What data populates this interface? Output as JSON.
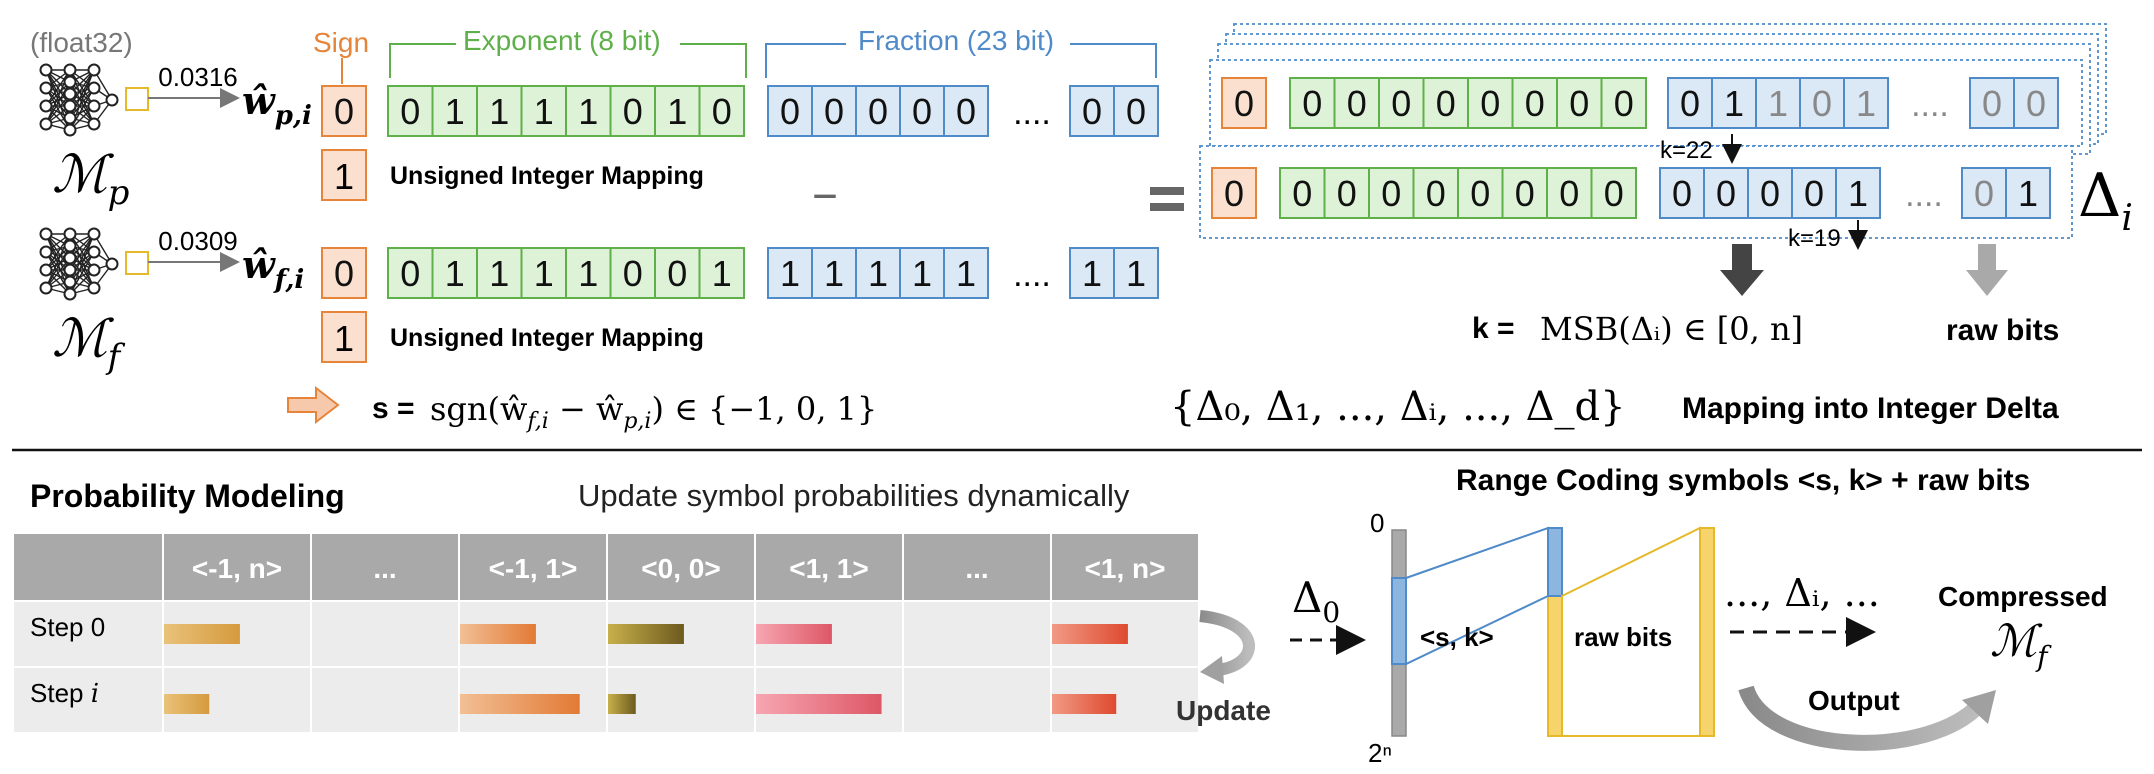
{
  "top": {
    "dtype_label": "(float32)",
    "sign_header": "Sign",
    "exponent_header": "Exponent (8 bit)",
    "fraction_header": "Fraction (23 bit)",
    "models": [
      {
        "name": "ℳ",
        "subscript": "p",
        "value": "0.0316",
        "weight": "ŵ",
        "weight_sub": "p,i",
        "sign_bit": "0",
        "sign_int": "1",
        "exponent_bits": [
          "0",
          "1",
          "1",
          "1",
          "1",
          "0",
          "1",
          "0"
        ],
        "fraction_bits": [
          "0",
          "0",
          "0",
          "0",
          "0"
        ],
        "fraction_tail": [
          "0",
          "0"
        ],
        "mapping_label": "Unsigned Integer Mapping"
      },
      {
        "name": "ℳ",
        "subscript": "f",
        "value": "0.0309",
        "weight": "ŵ",
        "weight_sub": "f,i",
        "sign_bit": "0",
        "sign_int": "1",
        "exponent_bits": [
          "0",
          "1",
          "1",
          "1",
          "1",
          "0",
          "0",
          "1"
        ],
        "fraction_bits": [
          "1",
          "1",
          "1",
          "1",
          "1"
        ],
        "fraction_tail": [
          "1",
          "1"
        ],
        "mapping_label": "Unsigned Integer Mapping"
      }
    ],
    "ellipsis": "....",
    "minus": "–",
    "equals": "=",
    "sign_formula_prefix": "s = ",
    "sign_formula": "sgn(ŵ_{f,i} − ŵ_{p,i}) ∈ {−1, 0, 1}",
    "delta_set": "{Δ₀, Δ₁, ..., Δᵢ, ..., Δ_d}",
    "mapping_delta_label": "Mapping into Integer Delta",
    "delta_back": {
      "sign_bit": "0",
      "exponent_bits": [
        "0",
        "0",
        "0",
        "0",
        "0",
        "0",
        "0",
        "0"
      ],
      "fraction_bits": [
        "0",
        "1",
        "1",
        "0",
        "1"
      ],
      "fraction_tail": [
        "0",
        "0"
      ]
    },
    "delta_front": {
      "sign_bit": "0",
      "exponent_bits": [
        "0",
        "0",
        "0",
        "0",
        "0",
        "0",
        "0",
        "0"
      ],
      "fraction_bits": [
        "0",
        "0",
        "0",
        "0",
        "1"
      ],
      "fraction_tail": [
        "0",
        "1"
      ]
    },
    "delta_symbol": "Δ",
    "delta_sub": "i",
    "k22": "k=22",
    "k19": "k=19",
    "k_formula_prefix": "k = ",
    "k_formula": "MSB(Δᵢ) ∈ [0, n]",
    "raw_bits_label": "raw bits"
  },
  "bottom": {
    "prob_title": "Probability Modeling",
    "prob_subtitle": "Update symbol probabilities dynamically",
    "columns": [
      "<-1, n>",
      "...",
      "<-1, 1>",
      "<0, 0>",
      "<1, 1>",
      "...",
      "<1, n>"
    ],
    "rows": [
      {
        "label": "Step 0",
        "bars": [
          0.52,
          0,
          0.52,
          0.52,
          0.52,
          0,
          0.52
        ]
      },
      {
        "label": "Step i",
        "label_main": "Step ",
        "label_var": "i",
        "bars": [
          0.31,
          0,
          0.82,
          0.19,
          0.86,
          0,
          0.44
        ]
      }
    ],
    "bar_colors": [
      "#d7a24f",
      "#ffffff",
      "#e68a4a",
      "#a58a2c",
      "#e66a7a",
      "#ffffff",
      "#e55a3a"
    ],
    "update_label": "Update",
    "range_title": "Range Coding symbols <s, k> + raw bits",
    "axis_top": "0",
    "axis_bottom": "2ⁿ",
    "delta0": "Δ",
    "delta0_sub": "0",
    "sk_label": "<s, k>",
    "raw_bits_label": "raw bits",
    "sequence_label": "..., Δᵢ, ...",
    "compressed_label": "Compressed",
    "compressed_model": "ℳ",
    "compressed_sub": "f",
    "output_label": "Output"
  },
  "colors": {
    "orange_fill": "#fbe0d0",
    "orange_stroke": "#e6843a",
    "green_fill": "#ddf2d6",
    "green_stroke": "#5fb04a",
    "blue_fill": "#dbe8f6",
    "blue_stroke": "#4f8ac9",
    "gray_header": "#a9a9a9",
    "gray_row": "#ececec"
  }
}
